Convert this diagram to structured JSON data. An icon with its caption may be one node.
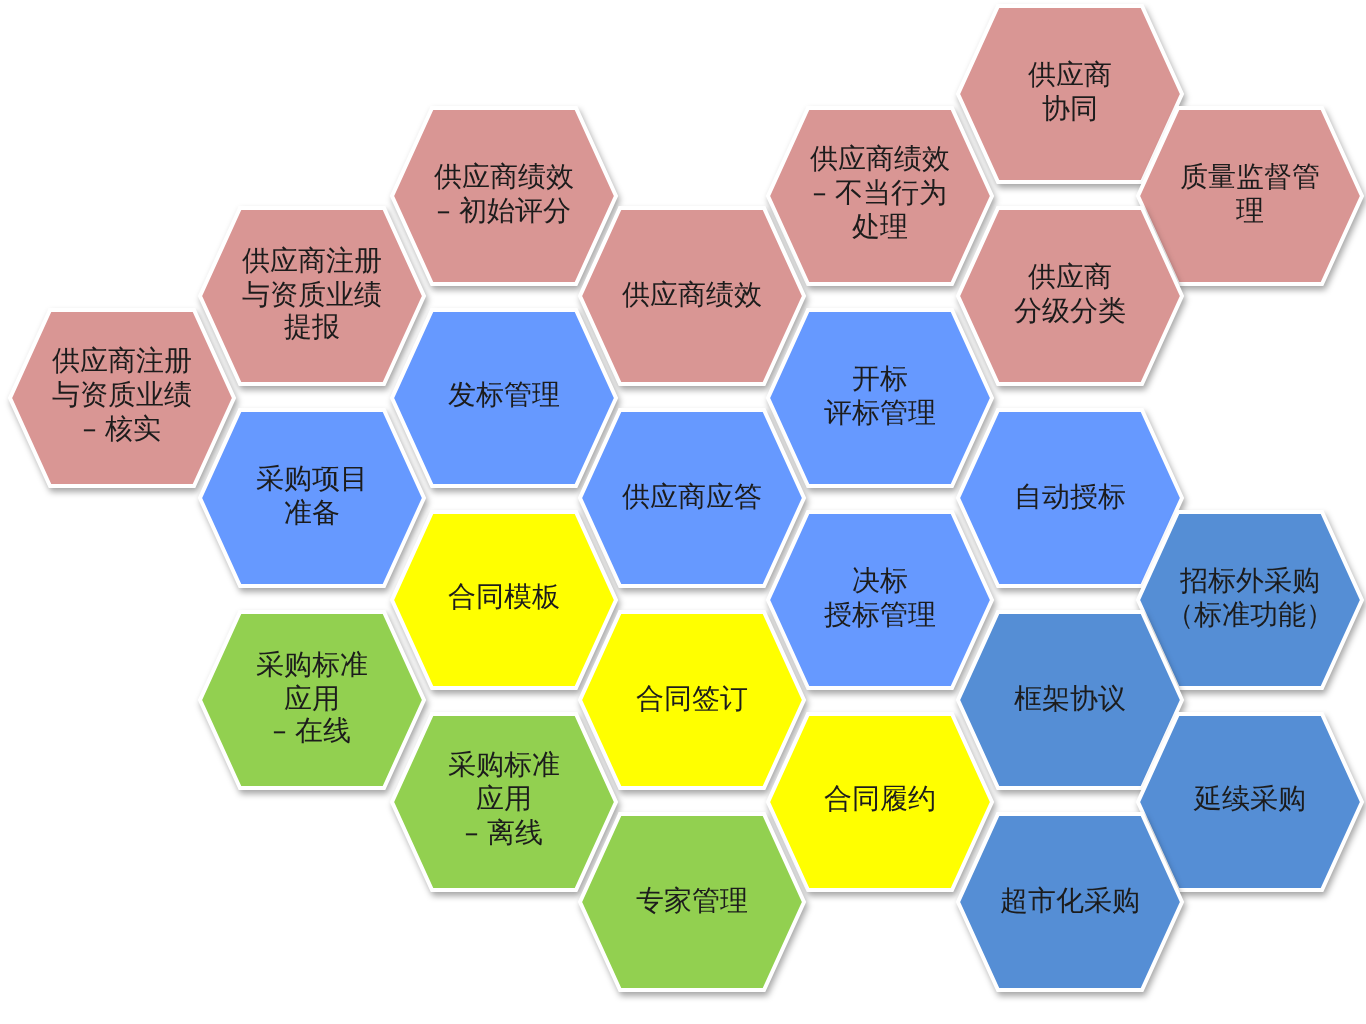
{
  "diagram": {
    "nodes": [
      {
        "text": [
          "供应商协同"
        ]
      },
      {
        "text": [
          "供应商绩效– 初始评分"
        ]
      },
      {
        "text": [
          "供应商绩效– 不当行为处理"
        ]
      },
      {
        "text": [
          "质量监督管理"
        ]
      },
      {
        "text": [
          "供应商注册与资质业绩提报"
        ]
      },
      {
        "text": [
          "供应商绩效"
        ]
      },
      {
        "text": [
          "供应商分级分类"
        ]
      },
      {
        "text": [
          "供应商注册与资质业绩– 核实"
        ]
      },
      {
        "text": [
          "发标管理"
        ]
      },
      {
        "text": [
          "开标评标管理"
        ]
      },
      {
        "text": [
          "采购项目准备"
        ]
      },
      {
        "text": [
          "供应商应答"
        ]
      },
      {
        "text": [
          "自动授标"
        ]
      },
      {
        "text": [
          "合同模板"
        ]
      },
      {
        "text": [
          "决标授标管理"
        ]
      },
      {
        "text": [
          "招标外采购（标准功能）"
        ]
      },
      {
        "text": [
          "采购标准应用– 在线"
        ]
      },
      {
        "text": [
          "合同签订"
        ]
      },
      {
        "text": [
          "框架协议"
        ]
      },
      {
        "text": [
          "采购标准应用– 离线"
        ]
      },
      {
        "text": [
          "合同履约"
        ]
      },
      {
        "text": [
          "延续采购"
        ]
      },
      {
        "text": [
          "专家管理"
        ]
      },
      {
        "text": [
          "超市化采购"
        ]
      }
    ]
  }
}
